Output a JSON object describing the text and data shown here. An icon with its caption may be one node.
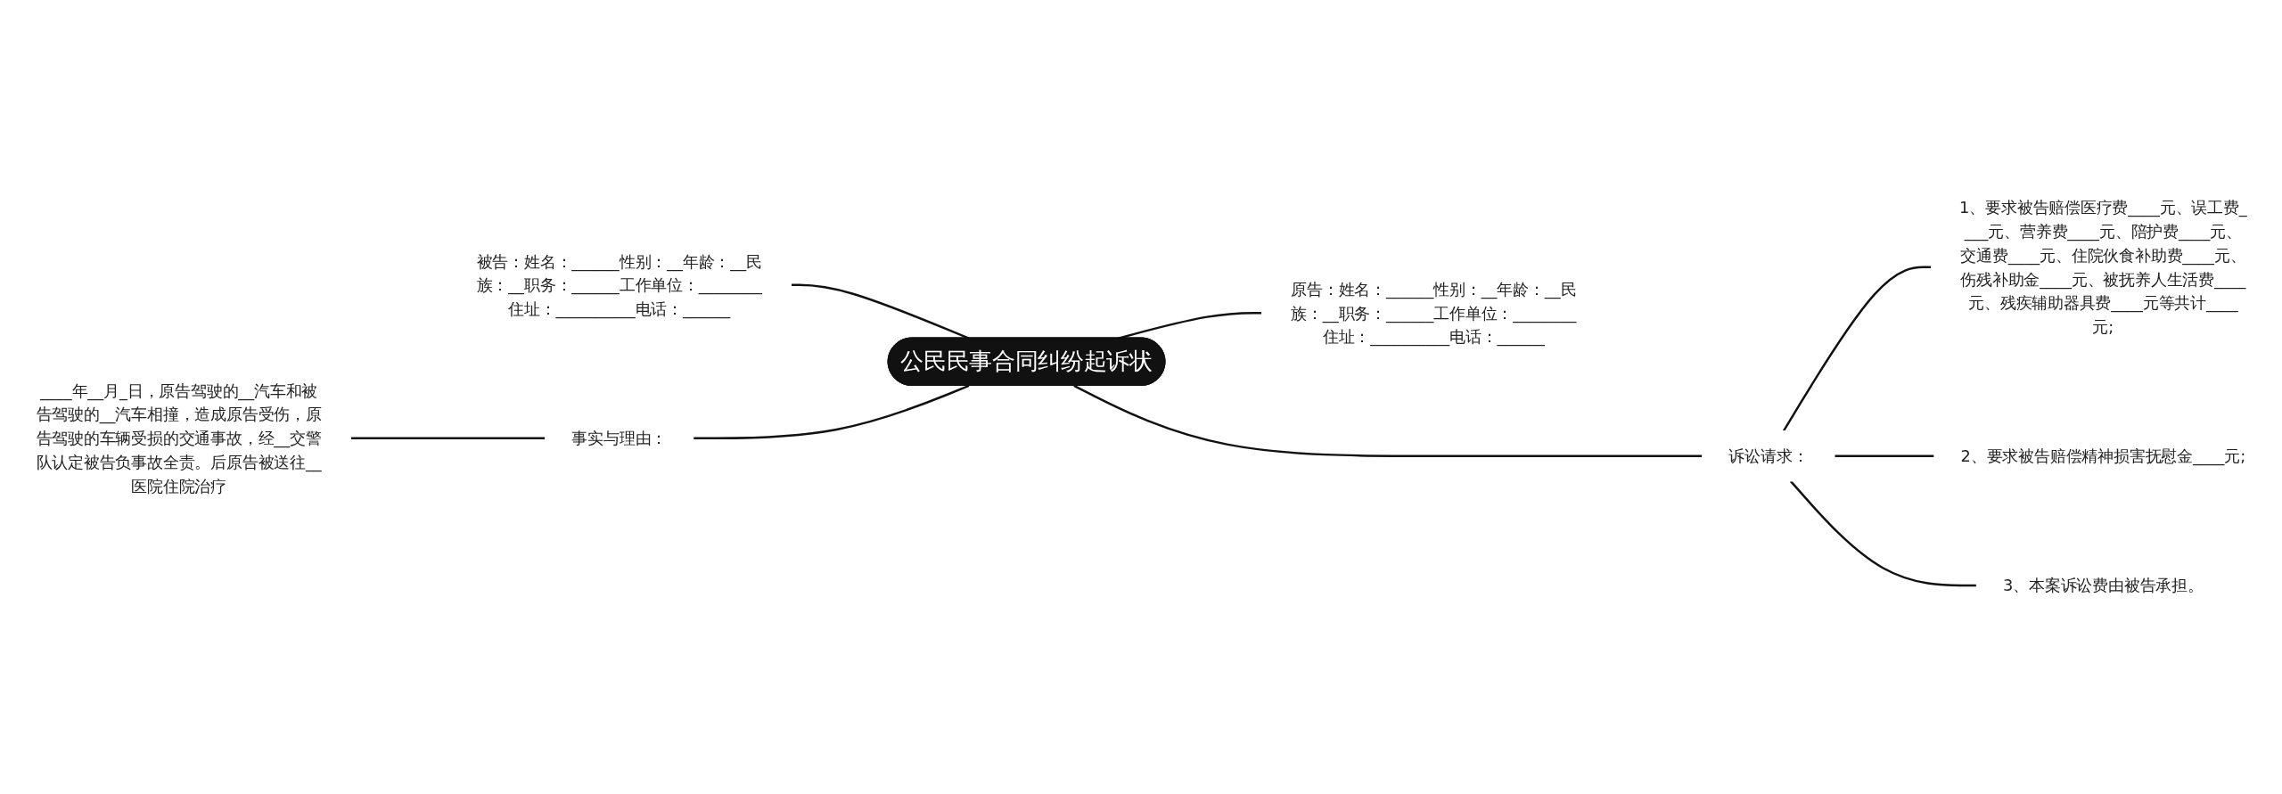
{
  "diagram": {
    "nodes": [
      {
        "text": [
          "公民民事合同纠纷起诉状"
        ]
      },
      {
        "text": [
          "被告：姓名：______性别：__年龄：__民族：__职务：______工作单位：________住址：__________电话：______"
        ]
      },
      {
        "text": [
          "原告：姓名：______性别：__年龄：__民族：__职务：______工作单位：________住址：__________电话：______"
        ]
      },
      {
        "text": [
          "事实与理由："
        ]
      },
      {
        "text": [
          "____年__月_日，原告驾驶的__汽车和被告驾驶的__汽车相撞，造成原告受伤，原告驾驶的车辆受损的交通事故，经__交警队认定被告负事故全责。后原告被送往__医院住院治疗"
        ]
      },
      {
        "text": [
          "诉讼请求："
        ]
      },
      {
        "text": [
          "1、要求被告赔偿医疗费____元、误工费____元、营养费____元、陪护费____元、交通费____元、住院伙食补助费____元、伤残补助金____元、被抚养人生活费____元、残疾辅助器具费____元等共计____元;"
        ]
      },
      {
        "text": [
          "2、要求被告赔偿精神损害抚慰金____元;"
        ]
      },
      {
        "text": [
          "3、本案诉讼费由被告承担。"
        ]
      }
    ],
    "edges": [
      {
        "from": 0,
        "to": 1,
        "arrow": "none"
      },
      {
        "from": 0,
        "to": 2,
        "arrow": "none"
      },
      {
        "from": 0,
        "to": 3,
        "arrow": "none"
      },
      {
        "from": 3,
        "to": 4,
        "arrow": "none"
      },
      {
        "from": 0,
        "to": 5,
        "arrow": "none"
      },
      {
        "from": 5,
        "to": 6,
        "arrow": "none"
      },
      {
        "from": 5,
        "to": 7,
        "arrow": "none"
      },
      {
        "from": 5,
        "to": 8,
        "arrow": "none"
      }
    ]
  }
}
